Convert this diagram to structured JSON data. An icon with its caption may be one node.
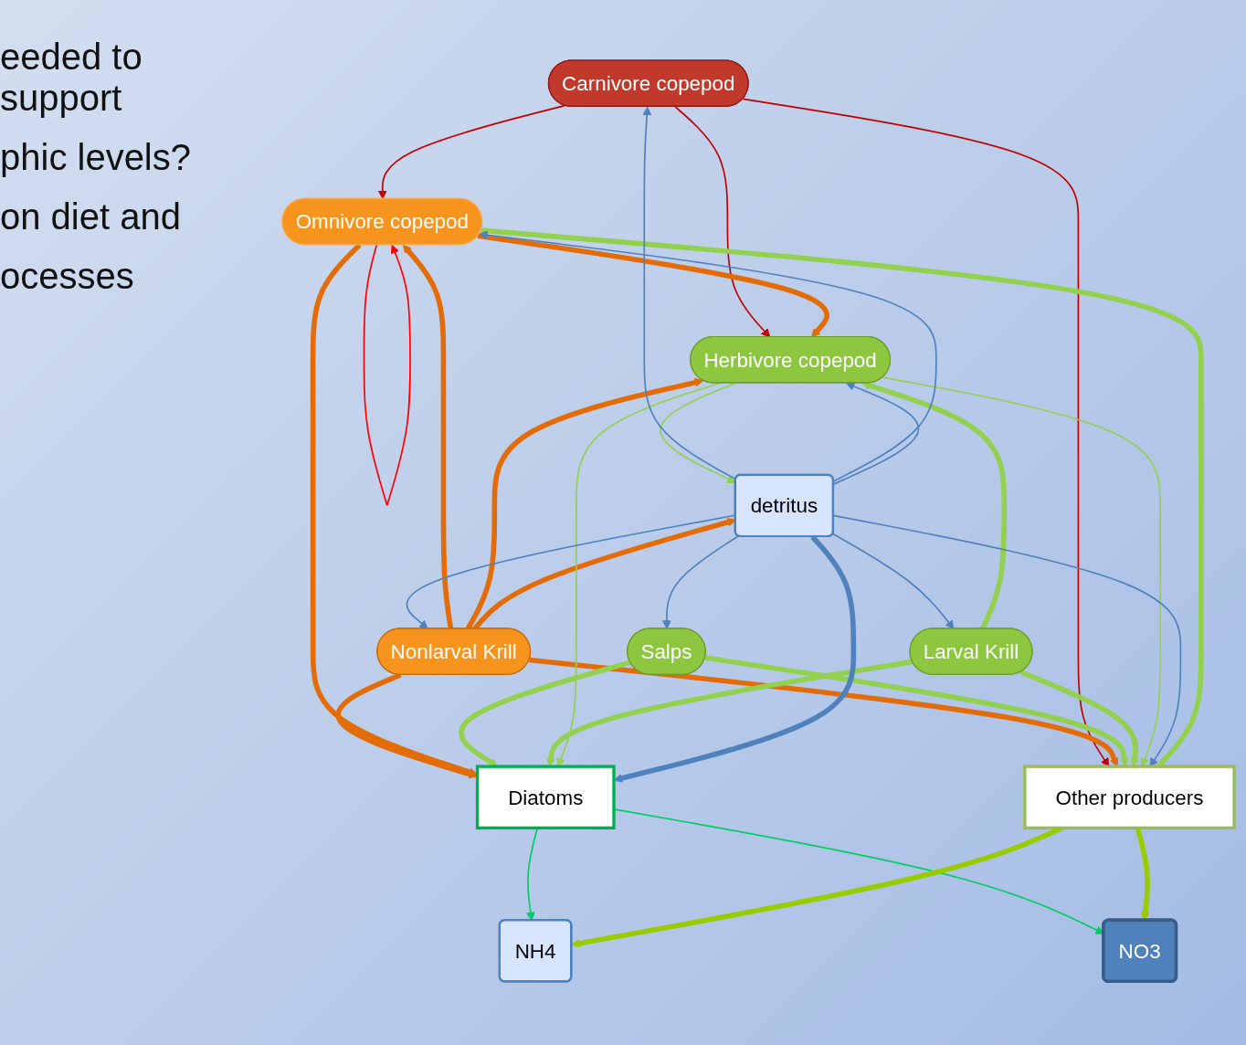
{
  "diagram": {
    "nodes": [
      {
        "text": [
          "Carnivore copepod"
        ]
      },
      {
        "text": [
          "Nonlarval Krill"
        ]
      },
      {
        "text": [
          "Omnivore copepod"
        ]
      },
      {
        "text": [
          "Salps"
        ]
      },
      {
        "text": [
          "Larval Krill"
        ]
      },
      {
        "text": [
          "Herbivore copepod"
        ]
      },
      {
        "text": [
          "Diatoms"
        ]
      },
      {
        "text": [
          "Other producers"
        ]
      },
      {
        "text": [
          "detritus"
        ]
      },
      {
        "text": [
          "NH4"
        ]
      },
      {
        "text": [
          "NO3"
        ]
      }
    ],
    "edges": [
      {
        "from": 0,
        "to": 2,
        "arrow": "to",
        "color": "#c00000"
      },
      {
        "from": 0,
        "to": 5,
        "arrow": "to",
        "color": "#c00000"
      },
      {
        "from": 0,
        "to": 7,
        "arrow": "to",
        "color": "#c00000"
      },
      {
        "from": 2,
        "to": 2,
        "arrow": "to",
        "color": "#ff0000"
      },
      {
        "from": 1,
        "to": 2,
        "arrow": "to",
        "color": "#e36c09",
        "style": "thick"
      },
      {
        "from": 1,
        "to": 5,
        "arrow": "to",
        "color": "#e36c09",
        "style": "thick"
      },
      {
        "from": 1,
        "to": 6,
        "arrow": "to",
        "color": "#e36c09",
        "style": "thick"
      },
      {
        "from": 1,
        "to": 7,
        "arrow": "to",
        "color": "#e36c09",
        "style": "thick"
      },
      {
        "from": 1,
        "to": 8,
        "arrow": "to",
        "color": "#e36c09",
        "style": "thick"
      },
      {
        "from": 2,
        "to": 5,
        "arrow": "to",
        "color": "#e36c09",
        "style": "thick"
      },
      {
        "from": 2,
        "to": 6,
        "arrow": "to",
        "color": "#e36c09",
        "style": "thick"
      },
      {
        "from": 7,
        "to": 2,
        "arrow": "none",
        "color": "#92d050",
        "style": "thick"
      },
      {
        "from": 3,
        "to": 6,
        "arrow": "to",
        "color": "#92d050",
        "style": "thick"
      },
      {
        "from": 3,
        "to": 7,
        "arrow": "to",
        "color": "#92d050",
        "style": "thick"
      },
      {
        "from": 4,
        "to": 5,
        "arrow": "to",
        "color": "#92d050",
        "style": "thick"
      },
      {
        "from": 4,
        "to": 6,
        "arrow": "to",
        "color": "#92d050",
        "style": "thick"
      },
      {
        "from": 4,
        "to": 7,
        "arrow": "to",
        "color": "#92d050",
        "style": "thick"
      },
      {
        "from": 5,
        "to": 6,
        "arrow": "to",
        "color": "#92d050"
      },
      {
        "from": 5,
        "to": 7,
        "arrow": "to",
        "color": "#92d050"
      },
      {
        "from": 5,
        "to": 8,
        "arrow": "to",
        "color": "#92d050"
      },
      {
        "from": 8,
        "to": 0,
        "arrow": "to",
        "color": "#4f81bd"
      },
      {
        "from": 8,
        "to": 2,
        "arrow": "to",
        "color": "#4f81bd"
      },
      {
        "from": 8,
        "to": 5,
        "arrow": "to",
        "color": "#4f81bd"
      },
      {
        "from": 8,
        "to": 3,
        "arrow": "to",
        "color": "#4f81bd"
      },
      {
        "from": 8,
        "to": 4,
        "arrow": "to",
        "color": "#4f81bd"
      },
      {
        "from": 8,
        "to": 1,
        "arrow": "to",
        "color": "#4f81bd"
      },
      {
        "from": 8,
        "to": 7,
        "arrow": "to",
        "color": "#4f81bd"
      },
      {
        "from": 8,
        "to": 6,
        "arrow": "to",
        "color": "#4f81bd",
        "style": "thick"
      },
      {
        "from": 6,
        "to": 9,
        "arrow": "to",
        "color": "#00cc66"
      },
      {
        "from": 6,
        "to": 10,
        "arrow": "to",
        "color": "#00cc66"
      },
      {
        "from": 7,
        "to": 9,
        "arrow": "to",
        "color": "#99cc00",
        "style": "thick"
      },
      {
        "from": 7,
        "to": 10,
        "arrow": "to",
        "color": "#99cc00",
        "style": "thick"
      }
    ],
    "labels": [
      "eeded to support",
      "phic levels?",
      "on diet and",
      "ocesses"
    ]
  }
}
